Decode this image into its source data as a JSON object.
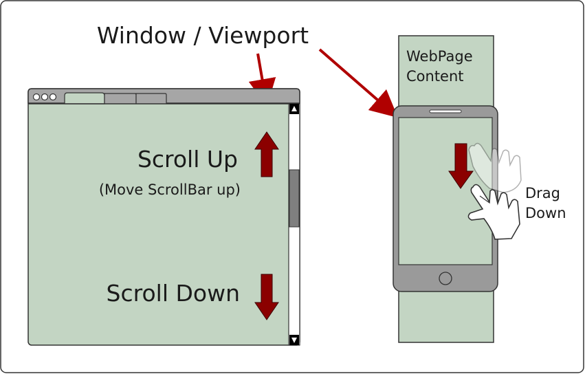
{
  "title": "Window / Viewport",
  "desktop": {
    "scroll_up_label": "Scroll Up",
    "scroll_up_hint": "(Move ScrollBar up)",
    "scroll_down_label": "Scroll Down"
  },
  "mobile": {
    "content_label_line1": "WebPage",
    "content_label_line2": "Content",
    "gesture_line1": "Drag",
    "gesture_line2": "Down"
  },
  "colors": {
    "content_fill": "#c3d5c3",
    "arrow": "#8b0000",
    "chrome": "#a6a6a6",
    "phone": "#9a9a9a",
    "scroll_thumb": "#7f7f7f"
  }
}
